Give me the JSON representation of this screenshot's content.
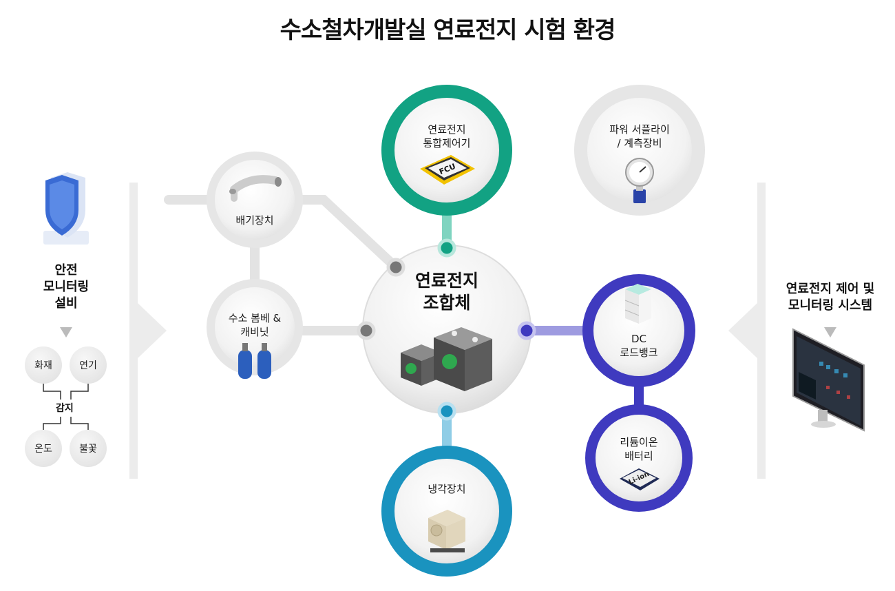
{
  "title": "수소철차개발실 연료전지 시험 환경",
  "center": {
    "label": "연료전지\n조합체"
  },
  "nodes": {
    "fcu": "연료전지\n통합제어기",
    "power": "파워 서플라이\n/ 계측장비",
    "exhaust": "배기장치",
    "hydrogen": "수소 봄베 &\n캐비닛",
    "dc_load": "DC\n로드뱅크",
    "battery": "리튬이온\n배터리",
    "cooling": "냉각장치"
  },
  "left_panel": {
    "title": "안전\n모니터링\n설비",
    "detect_label": "감지",
    "items": [
      "화재",
      "연기",
      "온도",
      "불꽃"
    ]
  },
  "right_panel": {
    "title": "연료전지 제어 및\n모니터링 시스템"
  },
  "icon_text": {
    "fcu_chip": "FCU",
    "li_ion": "Li-ion"
  },
  "colors": {
    "green": "#12a283",
    "teal": "#1a93bf",
    "purple": "#3f3abf",
    "gray_ring": "#e6e6e6"
  },
  "icons": [
    "shield-icon",
    "chip-icon",
    "pressure-gauge-icon",
    "exhaust-pipe-icon",
    "gas-cylinder-icon",
    "fuel-cell-stack-icon",
    "server-icon",
    "battery-icon",
    "cooling-unit-icon",
    "monitor-icon"
  ]
}
